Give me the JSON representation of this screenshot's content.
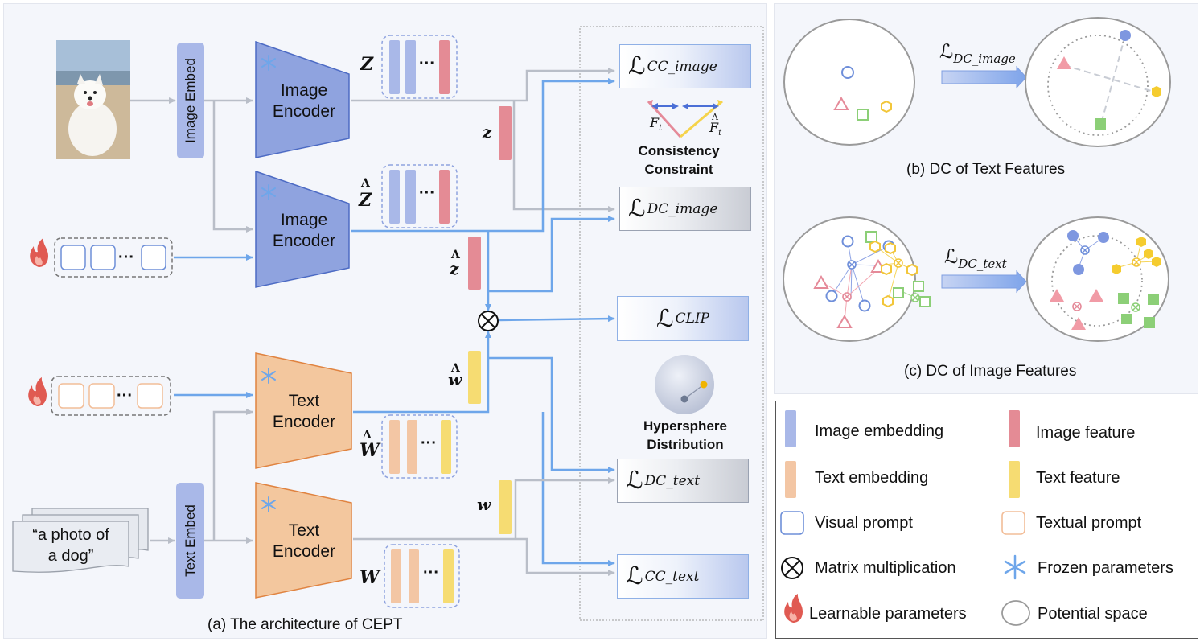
{
  "panel_a": {
    "caption": "(a) The architecture of CEPT",
    "image_embed_label": "Image Embed",
    "text_embed_label": "Text Embed",
    "image_encoder_1": "Image\nEncoder",
    "image_encoder_2": "Image\nEncoder",
    "text_encoder_1": "Text\nEncoder",
    "text_encoder_2": "Text\nEncoder",
    "prompt_text": "“a photo of\na dog”",
    "symbols": {
      "Z": "Z",
      "Z_hat": "Z",
      "z": "z",
      "z_hat": "z",
      "w_hat": "w",
      "W_hat": "W",
      "w": "w",
      "W": "W",
      "hat_mark": "Λ",
      "ellipsis": "···"
    },
    "losses": {
      "L": "ℒ",
      "cc_image_sub": "CC_image",
      "dc_image_sub": "DC_image",
      "clip_sub": "CLIP",
      "dc_text_sub": "DC_text",
      "cc_text_sub": "CC_text"
    },
    "consistency": {
      "label": "Consistency\nConstraint",
      "f_t": "F",
      "f_sub": "t",
      "f_hat_mark": "Λ"
    },
    "hypersphere_label": "Hypersphere\nDistribution",
    "multiply_symbol": "⊗"
  },
  "panel_b": {
    "caption": "(b) DC of Text Features",
    "arrow_loss_sub": "DC_image"
  },
  "panel_c": {
    "caption": "(c) DC of Image Features",
    "arrow_loss_sub": "DC_text"
  },
  "legend": {
    "items": [
      {
        "label": "Image embedding"
      },
      {
        "label": "Image feature"
      },
      {
        "label": "Text embedding"
      },
      {
        "label": "Text feature"
      },
      {
        "label": "Visual prompt"
      },
      {
        "label": "Textual prompt"
      },
      {
        "label": "Matrix multiplication"
      },
      {
        "label": "Frozen parameters"
      },
      {
        "label": "Learnable parameters"
      },
      {
        "label": "Potential space"
      }
    ]
  },
  "colors": {
    "image_embedding": "#a9b8e8",
    "image_feature": "#e48b95",
    "text_embedding": "#f3c6a4",
    "text_feature": "#f6dc72",
    "encoder_blue": "#8fa3df",
    "encoder_orange": "#f3c79e",
    "arrow_blue": "#6ea6ea",
    "arrow_gray": "#b9bec8"
  }
}
